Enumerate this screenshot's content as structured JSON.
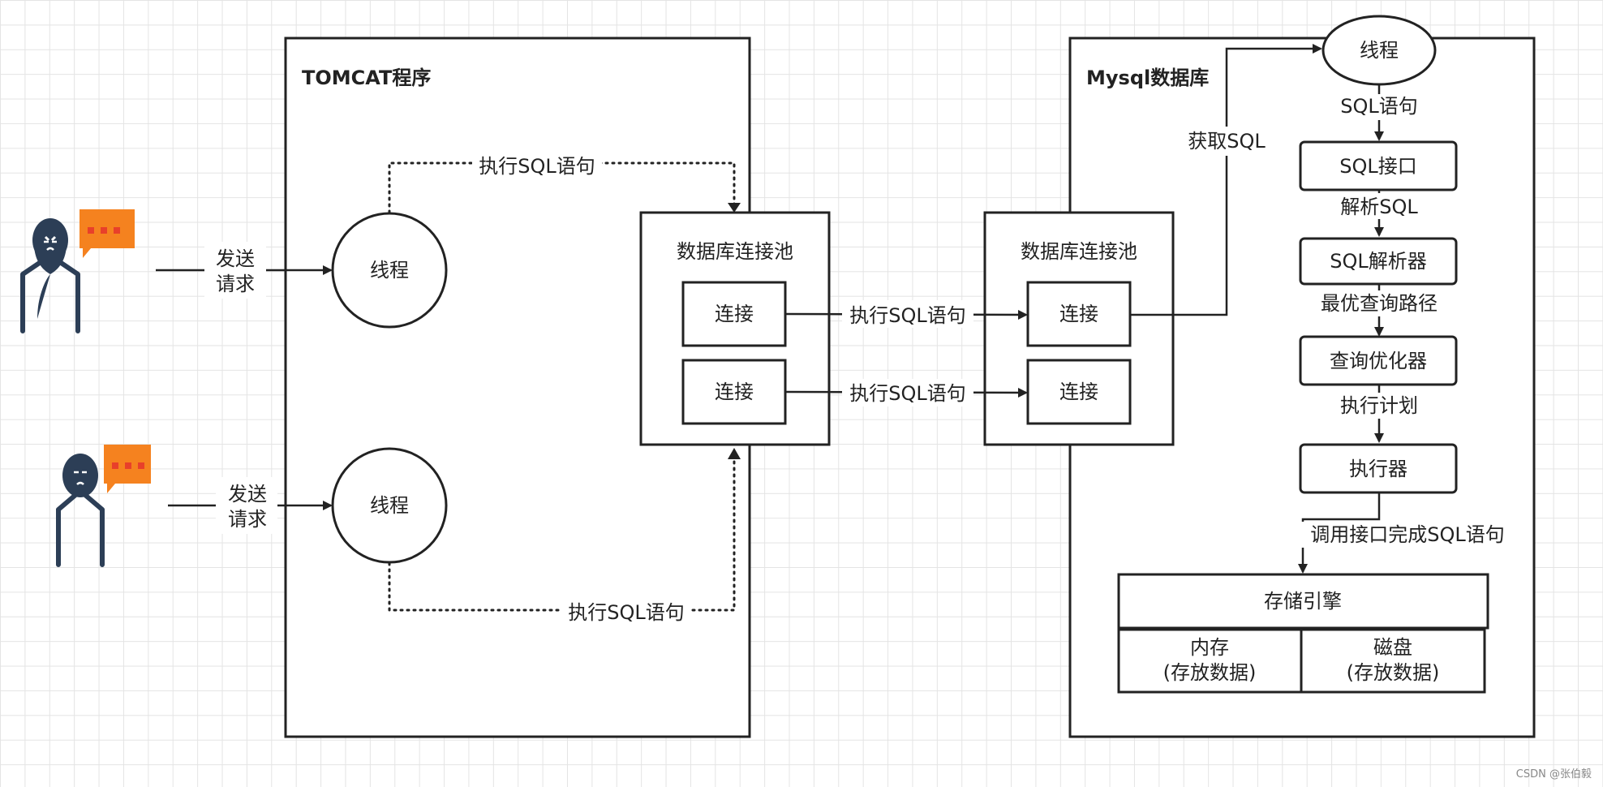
{
  "tomcat": {
    "title": "TOMCAT程序",
    "thread_label": "线程",
    "pool_title": "数据库连接池",
    "connection_label": "连接",
    "dotted_exec_label": "执行SQL语句",
    "send_request_line1": "发送",
    "send_request_line2": "请求"
  },
  "link": {
    "exec_label": "执行SQL语句"
  },
  "mysql": {
    "title": "Mysql数据库",
    "pool_title": "数据库连接池",
    "connection_label": "连接",
    "get_sql_label": "获取SQL",
    "thread_label": "线程",
    "steps": {
      "sql_statement": "SQL语句",
      "sql_interface": "SQL接口",
      "parse_sql": "解析SQL",
      "sql_parser": "SQL解析器",
      "best_path": "最优查询路径",
      "optimizer": "查询优化器",
      "exec_plan": "执行计划",
      "executor": "执行器",
      "call_interface": "调用接口完成SQL语句"
    },
    "storage": {
      "title": "存储引擎",
      "memory_line1": "内存",
      "memory_line2": "(存放数据)",
      "disk_line1": "磁盘",
      "disk_line2": "(存放数据)"
    }
  },
  "watermark": "CSDN @张伯毅",
  "colors": {
    "user_figure": "#2c3e56",
    "speech_bubble": "#f5821f",
    "bubble_dots": "#e8402a",
    "stroke": "#222222"
  }
}
